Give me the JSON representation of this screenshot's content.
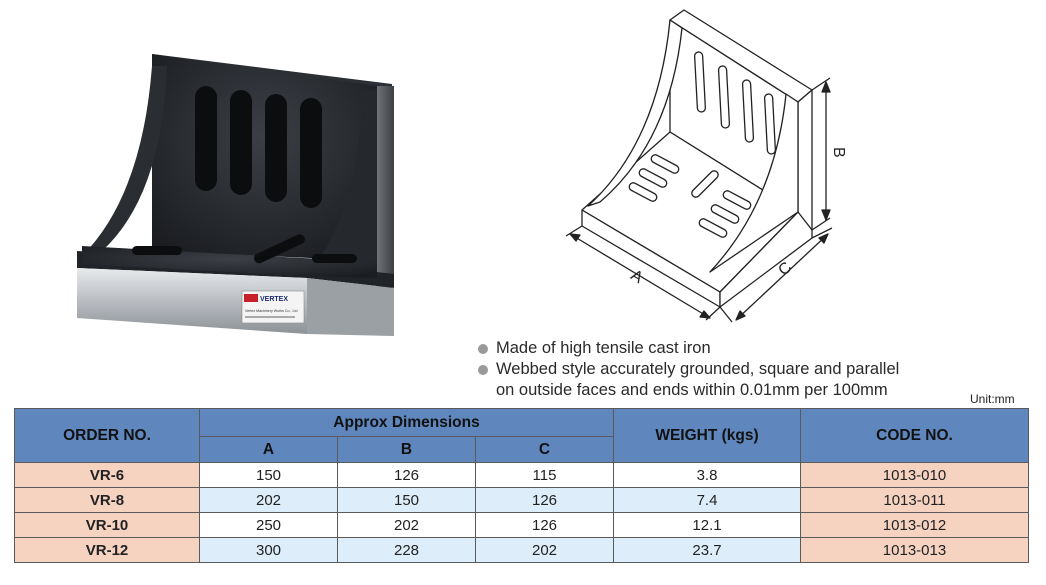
{
  "photo": {
    "brand": "VERTEX",
    "plate_text": "Vertex Machinery Works Co., Ltd"
  },
  "drawing": {
    "label_a": "A",
    "label_b": "B",
    "label_c": "C"
  },
  "features": {
    "line1": "Made of high tensile cast iron",
    "line2": "Webbed style accurately grounded, square and parallel",
    "line2_cont": "on outside faces and ends within 0.01mm per 100mm"
  },
  "unit": "Unit:mm",
  "table": {
    "headers": {
      "order_no": "ORDER NO.",
      "approx": "Approx Dimensions",
      "a": "A",
      "b": "B",
      "c": "C",
      "weight": "WEIGHT (kgs)",
      "code": "CODE NO."
    },
    "rows": [
      {
        "order": "VR-6",
        "a": "150",
        "b": "126",
        "c": "115",
        "weight": "3.8",
        "code": "1013-010"
      },
      {
        "order": "VR-8",
        "a": "202",
        "b": "150",
        "c": "126",
        "weight": "7.4",
        "code": "1013-011"
      },
      {
        "order": "VR-10",
        "a": "250",
        "b": "202",
        "c": "126",
        "weight": "12.1",
        "code": "1013-012"
      },
      {
        "order": "VR-12",
        "a": "300",
        "b": "228",
        "c": "202",
        "weight": "23.7",
        "code": "1013-013"
      }
    ]
  }
}
